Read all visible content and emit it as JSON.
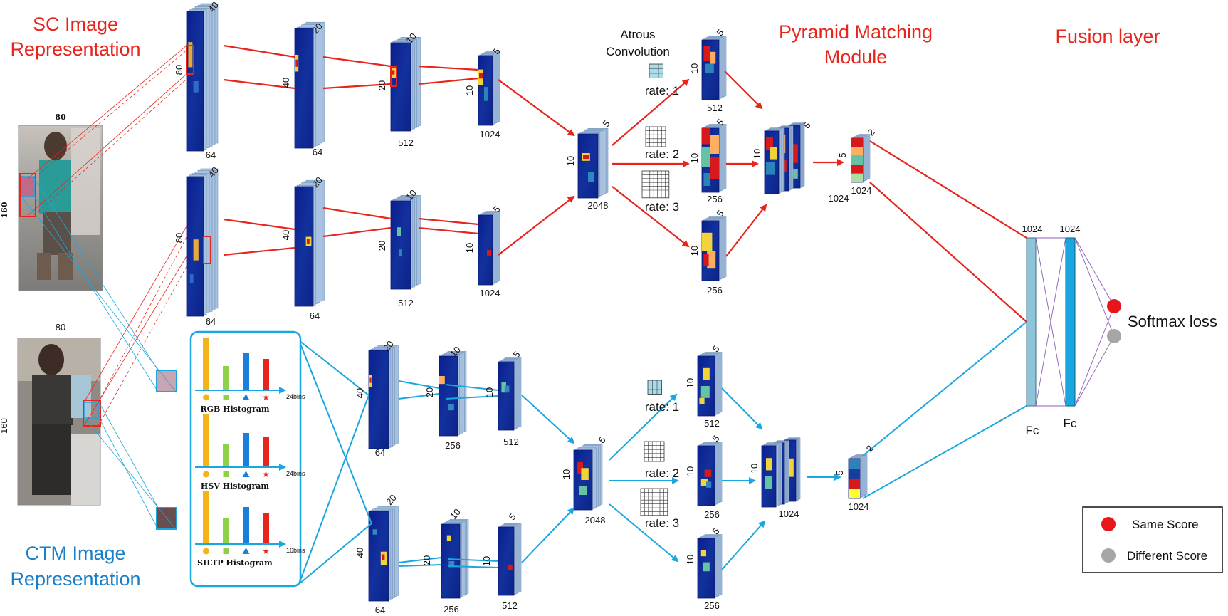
{
  "titles": {
    "sc_image": [
      "SC Image",
      "Representation"
    ],
    "ctm_image": [
      "CTM Image",
      "Representation"
    ],
    "pyramid": [
      "Pyramid Matching",
      "Module"
    ],
    "fusion": "Fusion layer",
    "atrous": [
      "Atrous",
      "Convolution"
    ]
  },
  "input": {
    "top_width": "80",
    "top_height": "160",
    "bottom_width": "80",
    "bottom_height": "160"
  },
  "sc_branch": {
    "layers": [
      {
        "top": "40",
        "side": "80",
        "bottom": "64"
      },
      {
        "top": "20",
        "side": "40",
        "bottom": "64"
      },
      {
        "top": "10",
        "side": "20",
        "bottom": "512"
      },
      {
        "top": "5",
        "side": "10",
        "bottom": "1024"
      }
    ],
    "merged": {
      "top": "5",
      "side": "10",
      "bottom": "2048"
    }
  },
  "ctm_branch": {
    "histograms": [
      {
        "label": "RGB Histogram",
        "bins": "24bins"
      },
      {
        "label": "HSV Histogram",
        "bins": "24bins"
      },
      {
        "label": "SILTP Histogram",
        "bins": "16bins"
      }
    ],
    "layers": [
      {
        "top": "20",
        "side": "40",
        "bottom": "64"
      },
      {
        "top": "10",
        "side": "20",
        "bottom": "256"
      },
      {
        "top": "5",
        "side": "10",
        "bottom": "512"
      }
    ],
    "merged": {
      "top": "5",
      "side": "10",
      "bottom": "2048"
    }
  },
  "atrous_rates": [
    "rate: 1",
    "rate: 2",
    "rate: 3"
  ],
  "pyramid_top": {
    "branches": [
      {
        "top": "5",
        "side": "10",
        "bottom": "512"
      },
      {
        "top": "5",
        "side": "10",
        "bottom": "256"
      },
      {
        "top": "5",
        "side": "10",
        "bottom": "256"
      }
    ],
    "concat": {
      "top": "5",
      "side": "10"
    },
    "out": {
      "top": "2",
      "side": "5",
      "bottom": "1024",
      "extra": "1024"
    }
  },
  "pyramid_bottom": {
    "branches": [
      {
        "top": "5",
        "side": "10",
        "bottom": "512"
      },
      {
        "top": "5",
        "side": "10",
        "bottom": "256"
      },
      {
        "top": "5",
        "side": "10",
        "bottom": "256"
      }
    ],
    "concat": {
      "side": "10",
      "bottom": "1024"
    },
    "out": {
      "top": "2",
      "side": "5",
      "bottom": "1024"
    }
  },
  "fusion": {
    "fc1_size": "1024",
    "fc2_size": "1024",
    "fc1_label": "Fc",
    "fc2_label": "Fc",
    "loss": "Softmax loss"
  },
  "legend": {
    "same": "Same Score",
    "different": "Different Score"
  },
  "colors": {
    "red": "#e8251c",
    "blue": "#1aa7e0",
    "fc1": "#8ec3d9",
    "fc2": "#1aa7e0",
    "same": "#e8161a",
    "different": "#a6a6a6"
  }
}
